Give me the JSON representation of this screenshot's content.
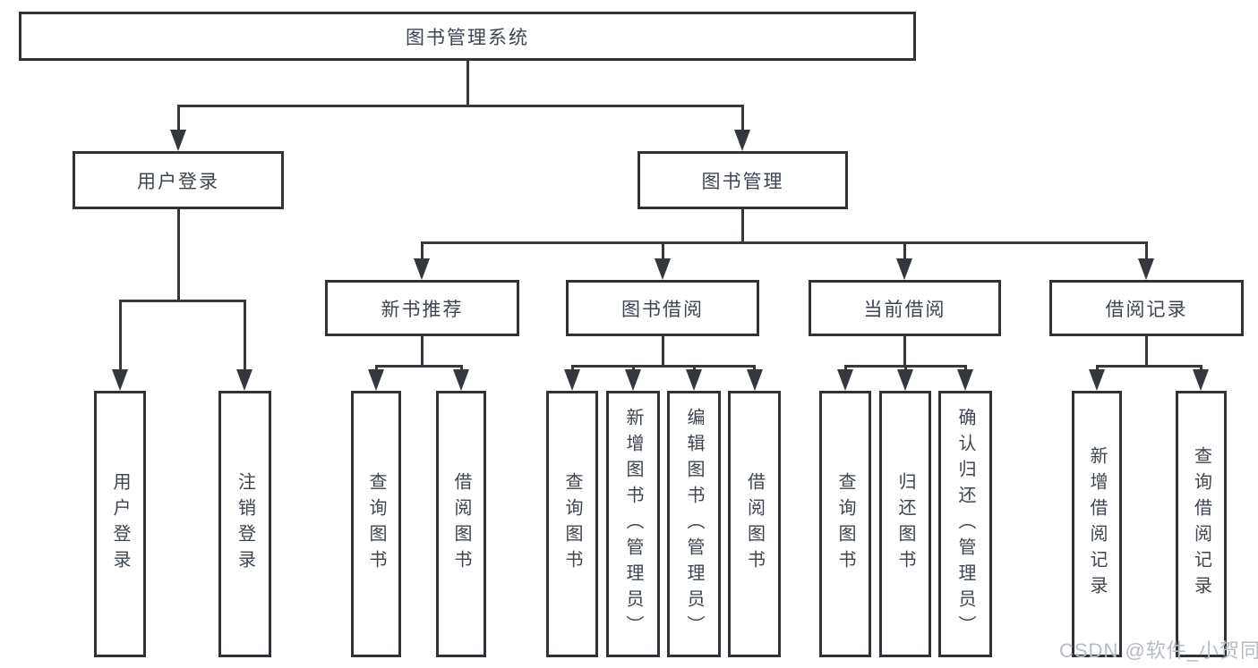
{
  "diagram_title": "图书管理系统",
  "colors": {
    "line": "#34383c",
    "box_border": "#2f3337",
    "text": "#3e454e",
    "watermark": "#b7bbc2",
    "background": "#ffffff"
  },
  "nodes": {
    "root": "图书管理系统",
    "user_login": "用户登录",
    "book_management": "图书管理",
    "new_book_recommend": "新书推荐",
    "book_borrow": "图书借阅",
    "current_borrow": "当前借阅",
    "borrow_record": "借阅记录",
    "leaf_user_login": "用户登录",
    "leaf_logout": "注销登录",
    "leaf_query_book_recommend": "查询图书",
    "leaf_borrow_book_recommend": "借阅图书",
    "leaf_query_book_borrow": "查询图书",
    "leaf_add_book_admin": "新增图书（管理员）",
    "leaf_edit_book_admin": "编辑图书（管理员）",
    "leaf_borrow_book_borrow": "借阅图书",
    "leaf_query_book_current": "查询图书",
    "leaf_return_book": "归还图书",
    "leaf_confirm_return_admin": "确认归还（管理员）",
    "leaf_add_borrow_record": "新增借阅记录",
    "leaf_query_borrow_record": "查询借阅记录"
  },
  "watermark": "CSDN @软件_小贺同学"
}
